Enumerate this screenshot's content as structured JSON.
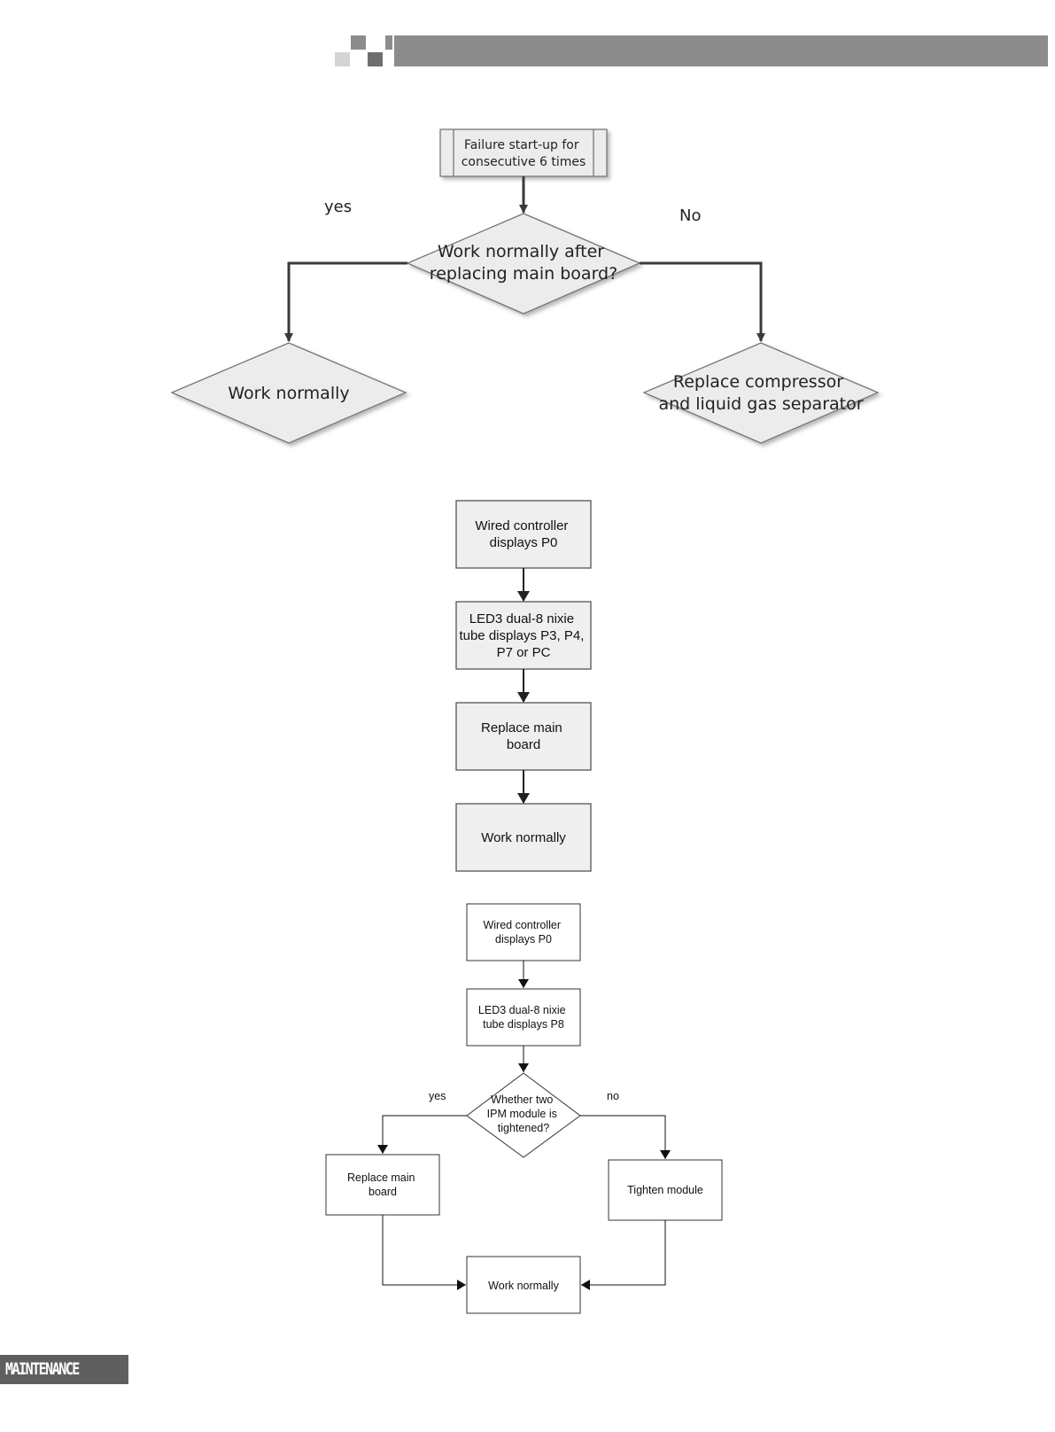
{
  "header": {
    "bar_color": "#8c8c8c"
  },
  "flowchart_1": {
    "start": [
      "Failure start-up for",
      "consecutive 6 times"
    ],
    "decision": [
      "Work normally after",
      "replacing main board?"
    ],
    "branch_yes_label": "yes",
    "branch_no_label": "No",
    "yes_outcome": [
      "Work normally"
    ],
    "no_outcome": [
      "Replace compressor",
      "and liquid gas separator"
    ]
  },
  "flowchart_2": {
    "step1": [
      "Wired controller",
      "displays P0"
    ],
    "step2": [
      "LED3 dual-8 nixie",
      "tube displays P3, P4,",
      "P7  or PC"
    ],
    "step3": [
      "Replace main",
      "board"
    ],
    "step4": [
      "Work normally"
    ]
  },
  "flowchart_3": {
    "step1": [
      "Wired controller",
      "displays P0"
    ],
    "step2": [
      "LED3 dual-8 nixie",
      "tube displays P8"
    ],
    "decision": [
      "Whether two",
      "IPM module is",
      "tightened?"
    ],
    "branch_yes_label": "yes",
    "branch_no_label": "no",
    "yes_action": [
      "Replace main",
      "board"
    ],
    "no_action": [
      "Tighten module"
    ],
    "end": [
      "Work normally"
    ]
  },
  "footer": {
    "section_label": "MAINTENANCE"
  }
}
